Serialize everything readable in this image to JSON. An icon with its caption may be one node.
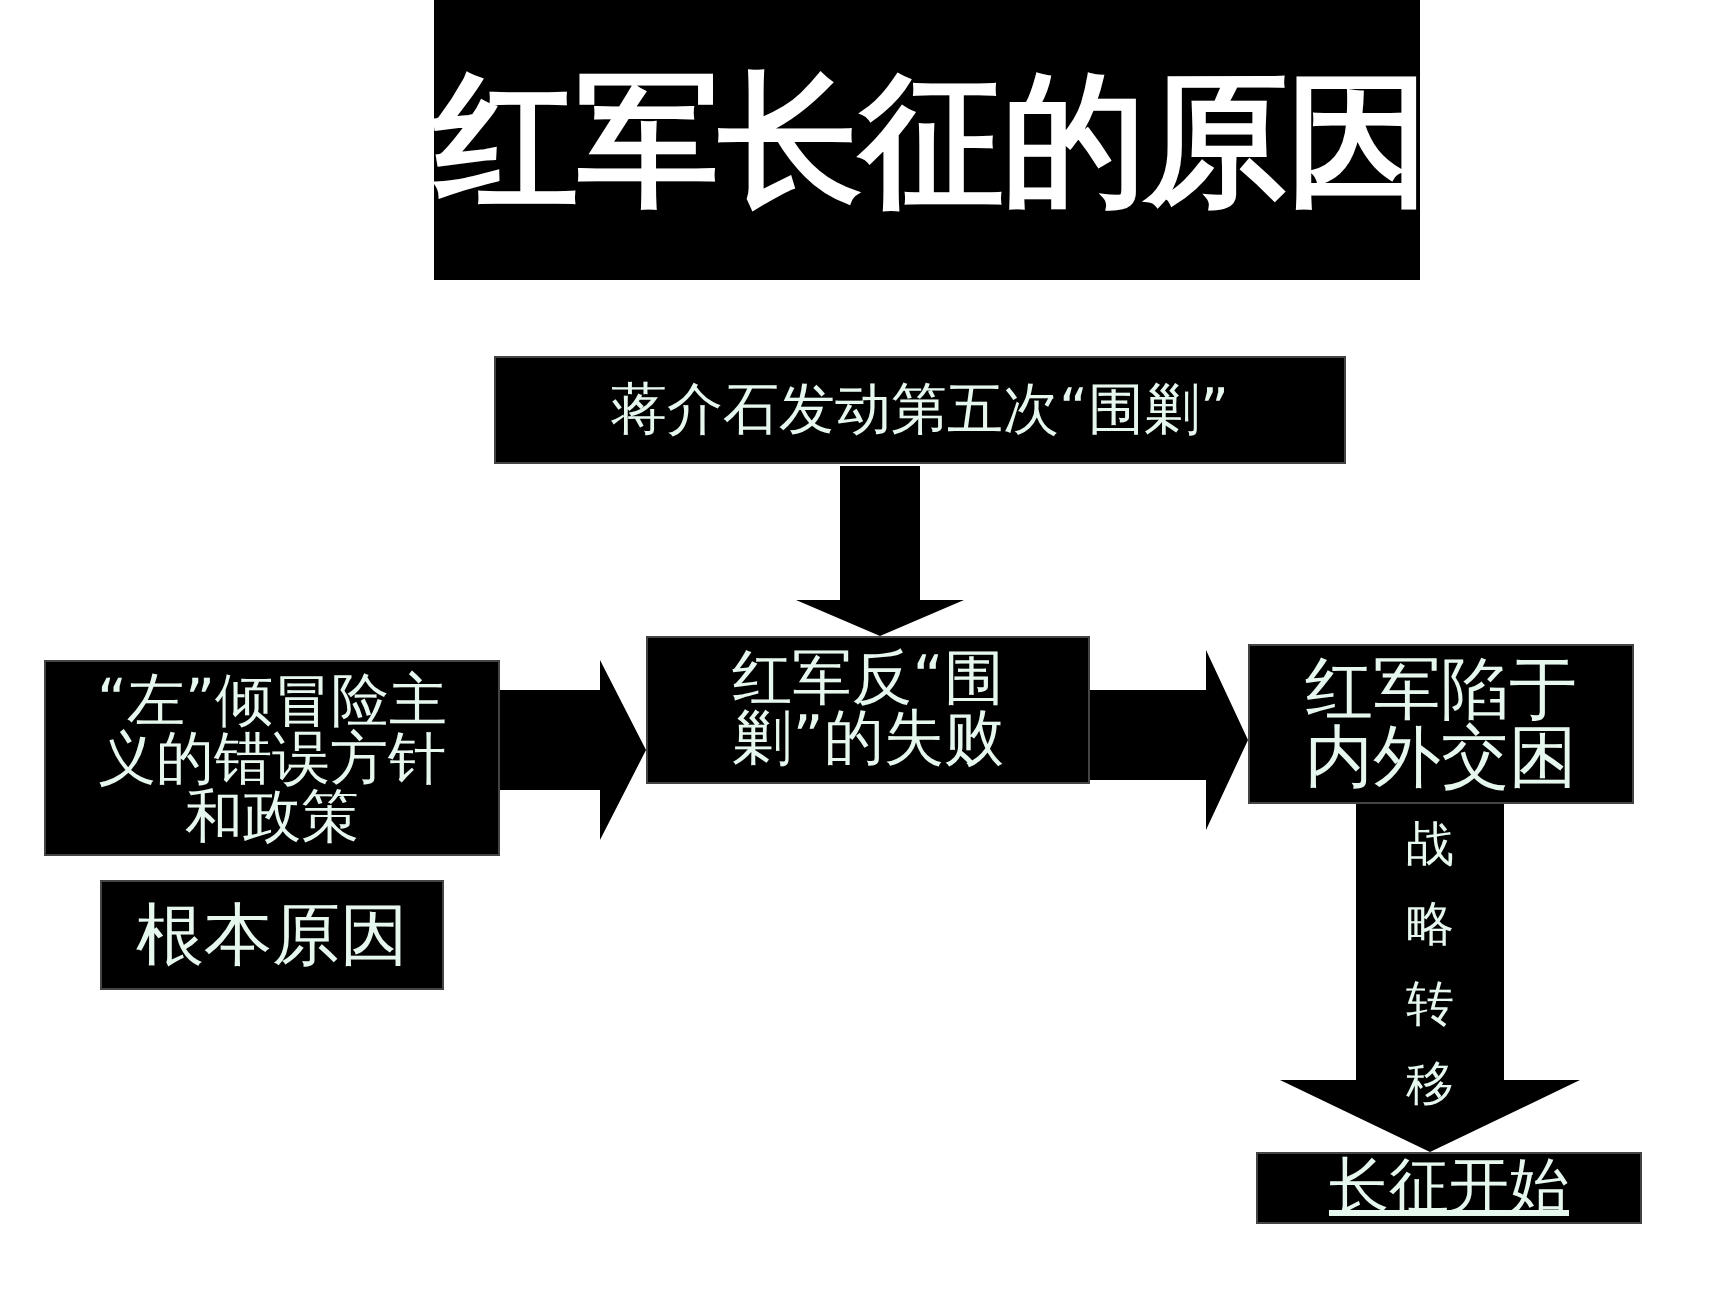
{
  "diagram": {
    "title": "红军长征的原因",
    "nodes": [
      {
        "text": [
          "蒋介石发动第五次“围剿”"
        ]
      },
      {
        "text": [
          "“左”倾冒险主义的错误方针和政策"
        ]
      },
      {
        "text": [
          "根本原因"
        ]
      },
      {
        "text": [
          "红军反“围剿”的失败"
        ]
      },
      {
        "text": [
          "红军陷于内外交困"
        ]
      },
      {
        "text": [
          "长征开始"
        ]
      }
    ],
    "edges": [
      {
        "from": 0,
        "to": 3,
        "arrow": "to"
      },
      {
        "from": 1,
        "to": 3,
        "arrow": "to"
      },
      {
        "from": 3,
        "to": 4,
        "arrow": "to"
      },
      {
        "from": 4,
        "to": 5,
        "arrow": "to",
        "label": "战略转移"
      }
    ]
  }
}
